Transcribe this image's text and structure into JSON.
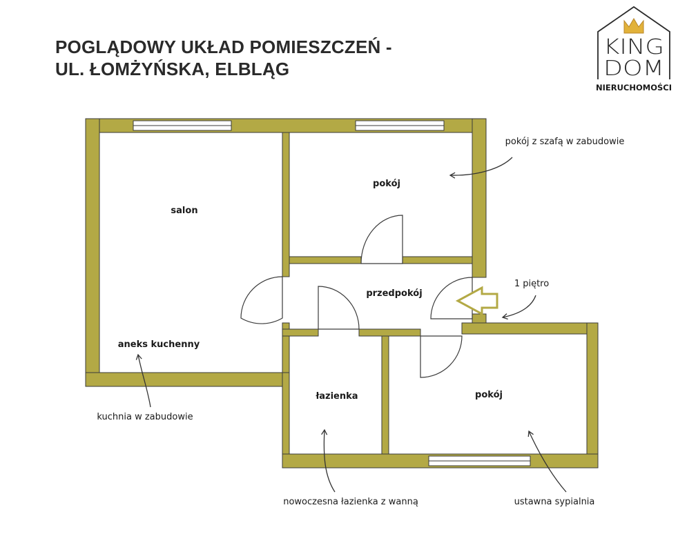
{
  "title": {
    "line1": "POGLĄDOWY UKŁAD POMIESZCZEŃ -",
    "line2": "UL. ŁOMŻYŃSKA, ELBLĄG"
  },
  "logo": {
    "word1": "KING",
    "word2": "DOM",
    "tagline": "NIERUCHOMOŚCI",
    "crown_color": "#e2b23a"
  },
  "colors": {
    "wall": "#b3a945",
    "wall_outline": "#3a3a3a",
    "window": "#ffffff",
    "entry_arrow": "#b3a945"
  },
  "rooms": {
    "salon": "salon",
    "room_top": "pokój",
    "hall": "przedpokój",
    "bathroom": "łazienka",
    "room_bottom": "pokój",
    "kitchenette": "aneks kuchenny"
  },
  "notes": {
    "wardrobe": "pokój z szafą w zabudowie",
    "floor": "1 piętro",
    "kitchen": "kuchnia w zabudowie",
    "bathroom": "nowoczesna łazienka z wanną",
    "bedroom": "ustawna sypialnia"
  }
}
